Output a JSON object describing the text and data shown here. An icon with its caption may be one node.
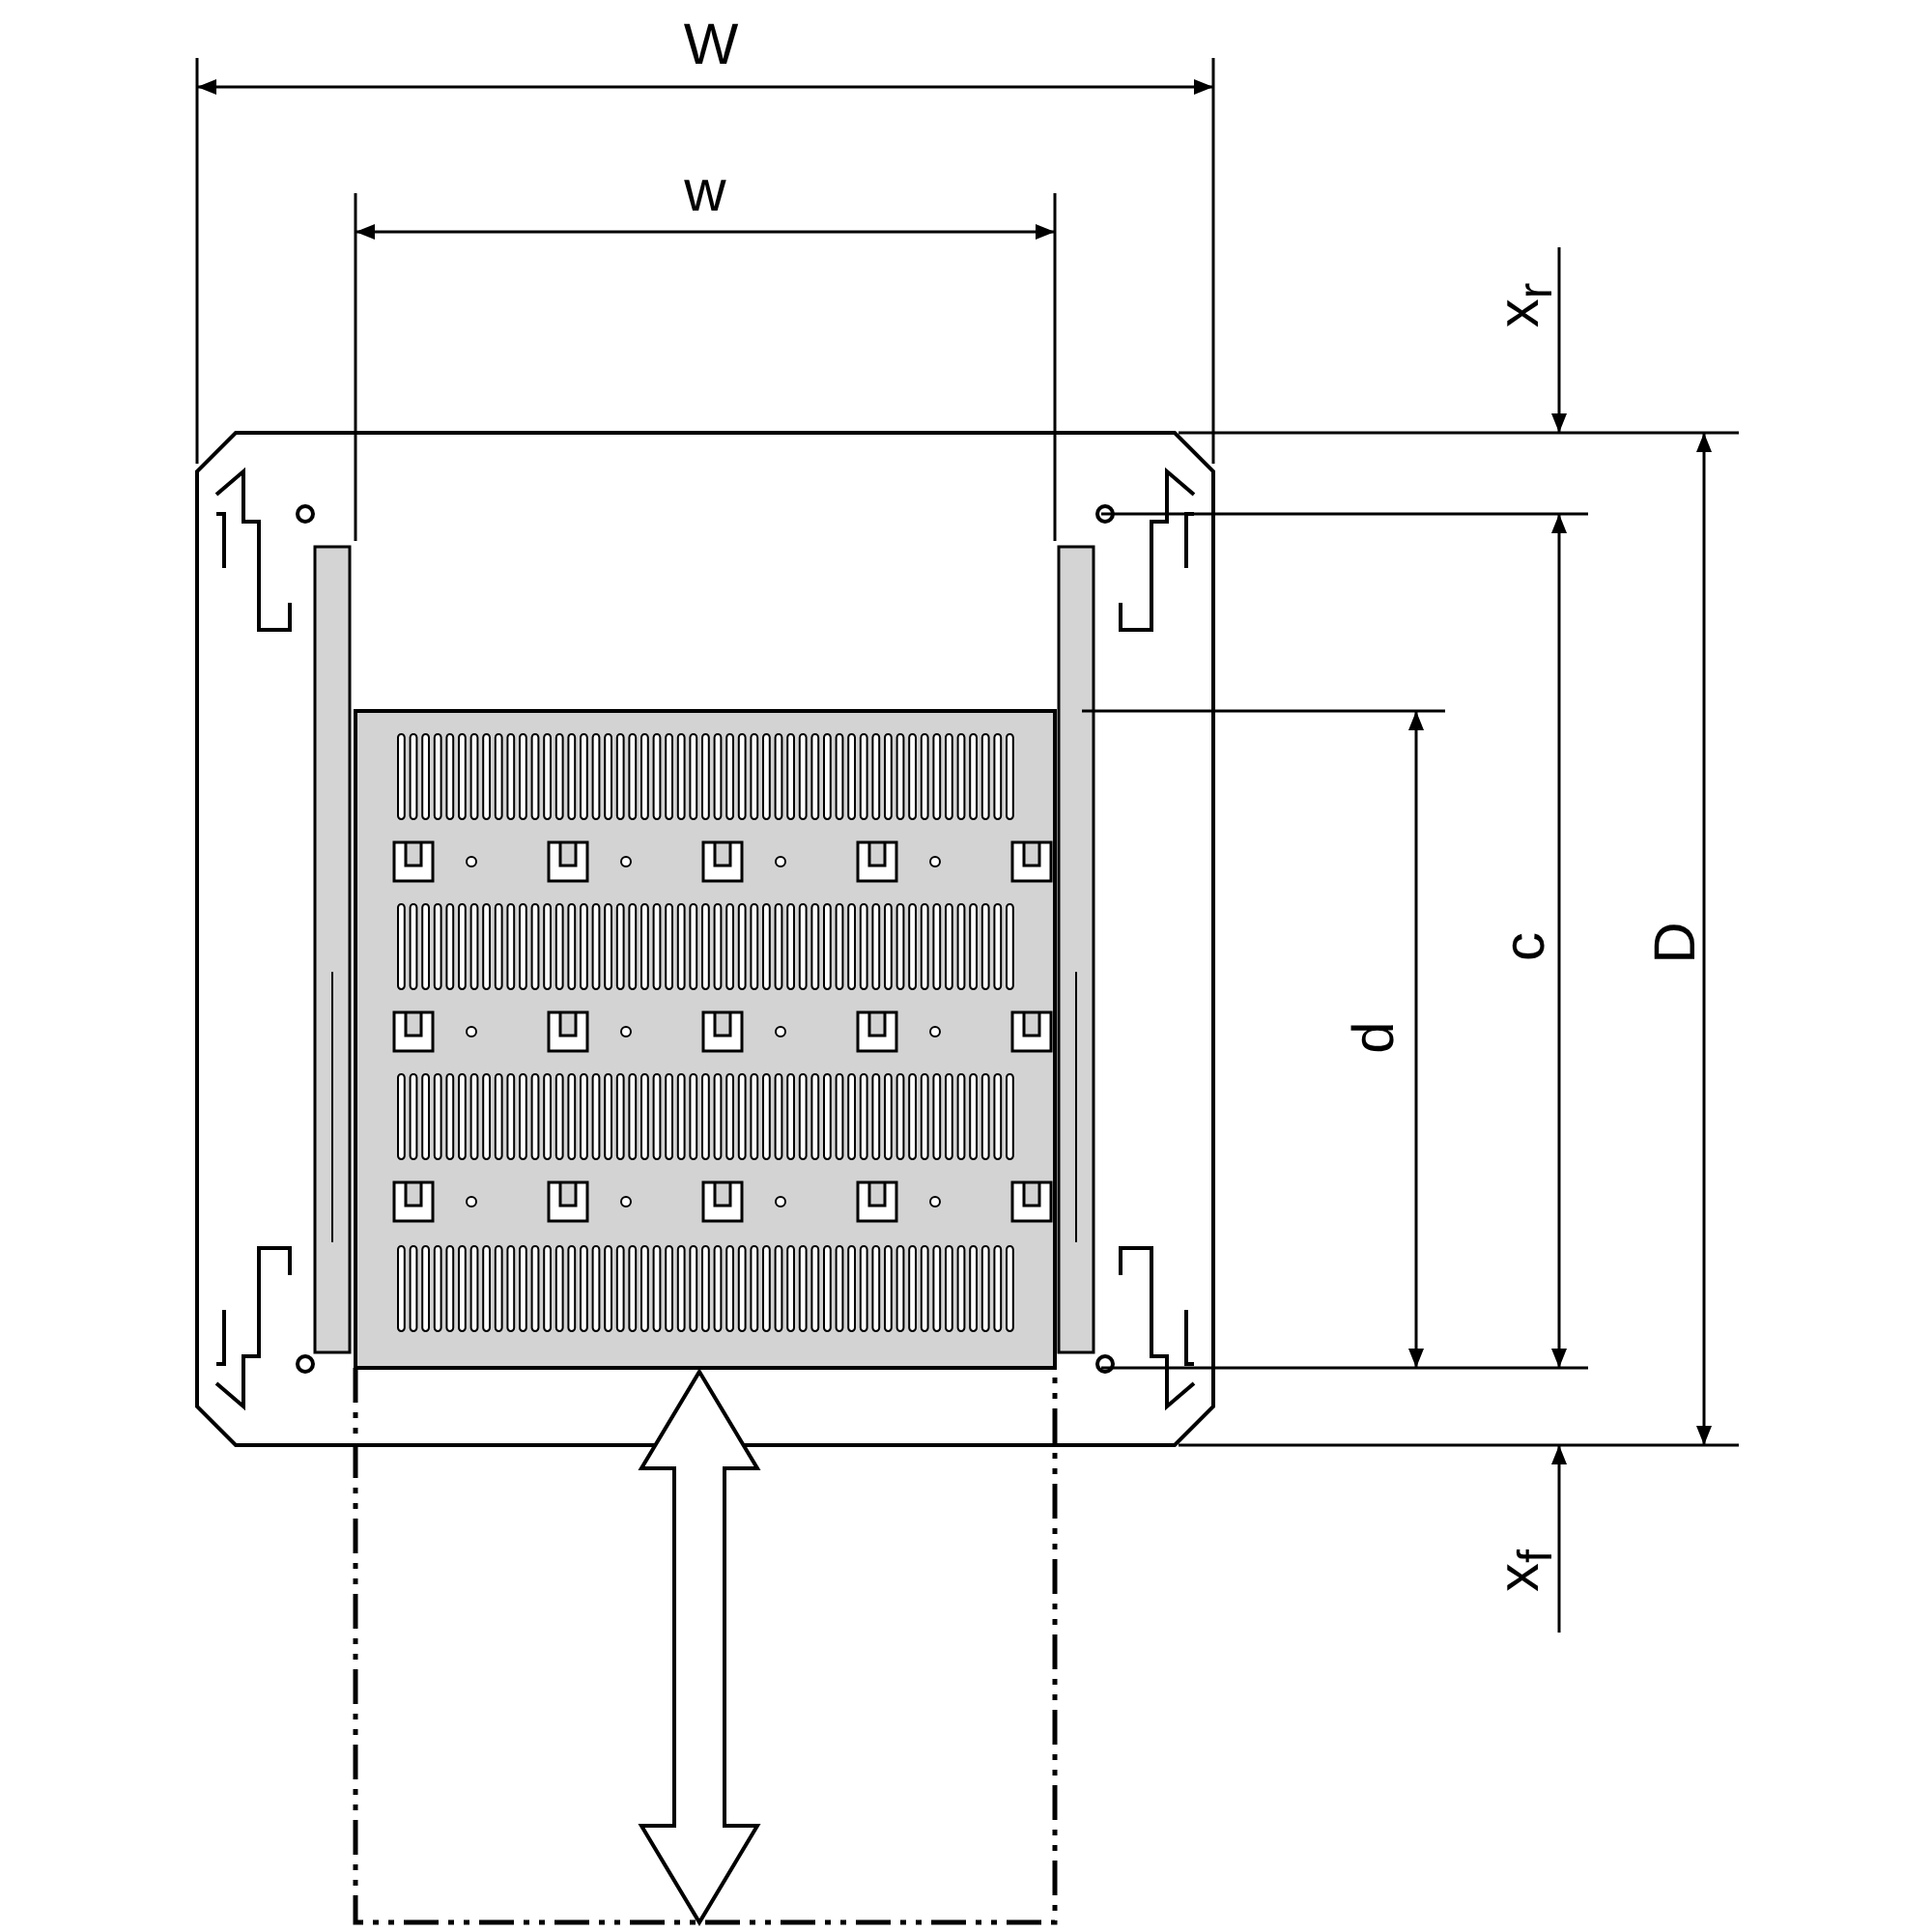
{
  "diagram": {
    "labels": [
      "W",
      "w",
      "x$_{r}$",
      "c",
      "D",
      "d",
      "x$_{f}$"
    ]
  }
}
